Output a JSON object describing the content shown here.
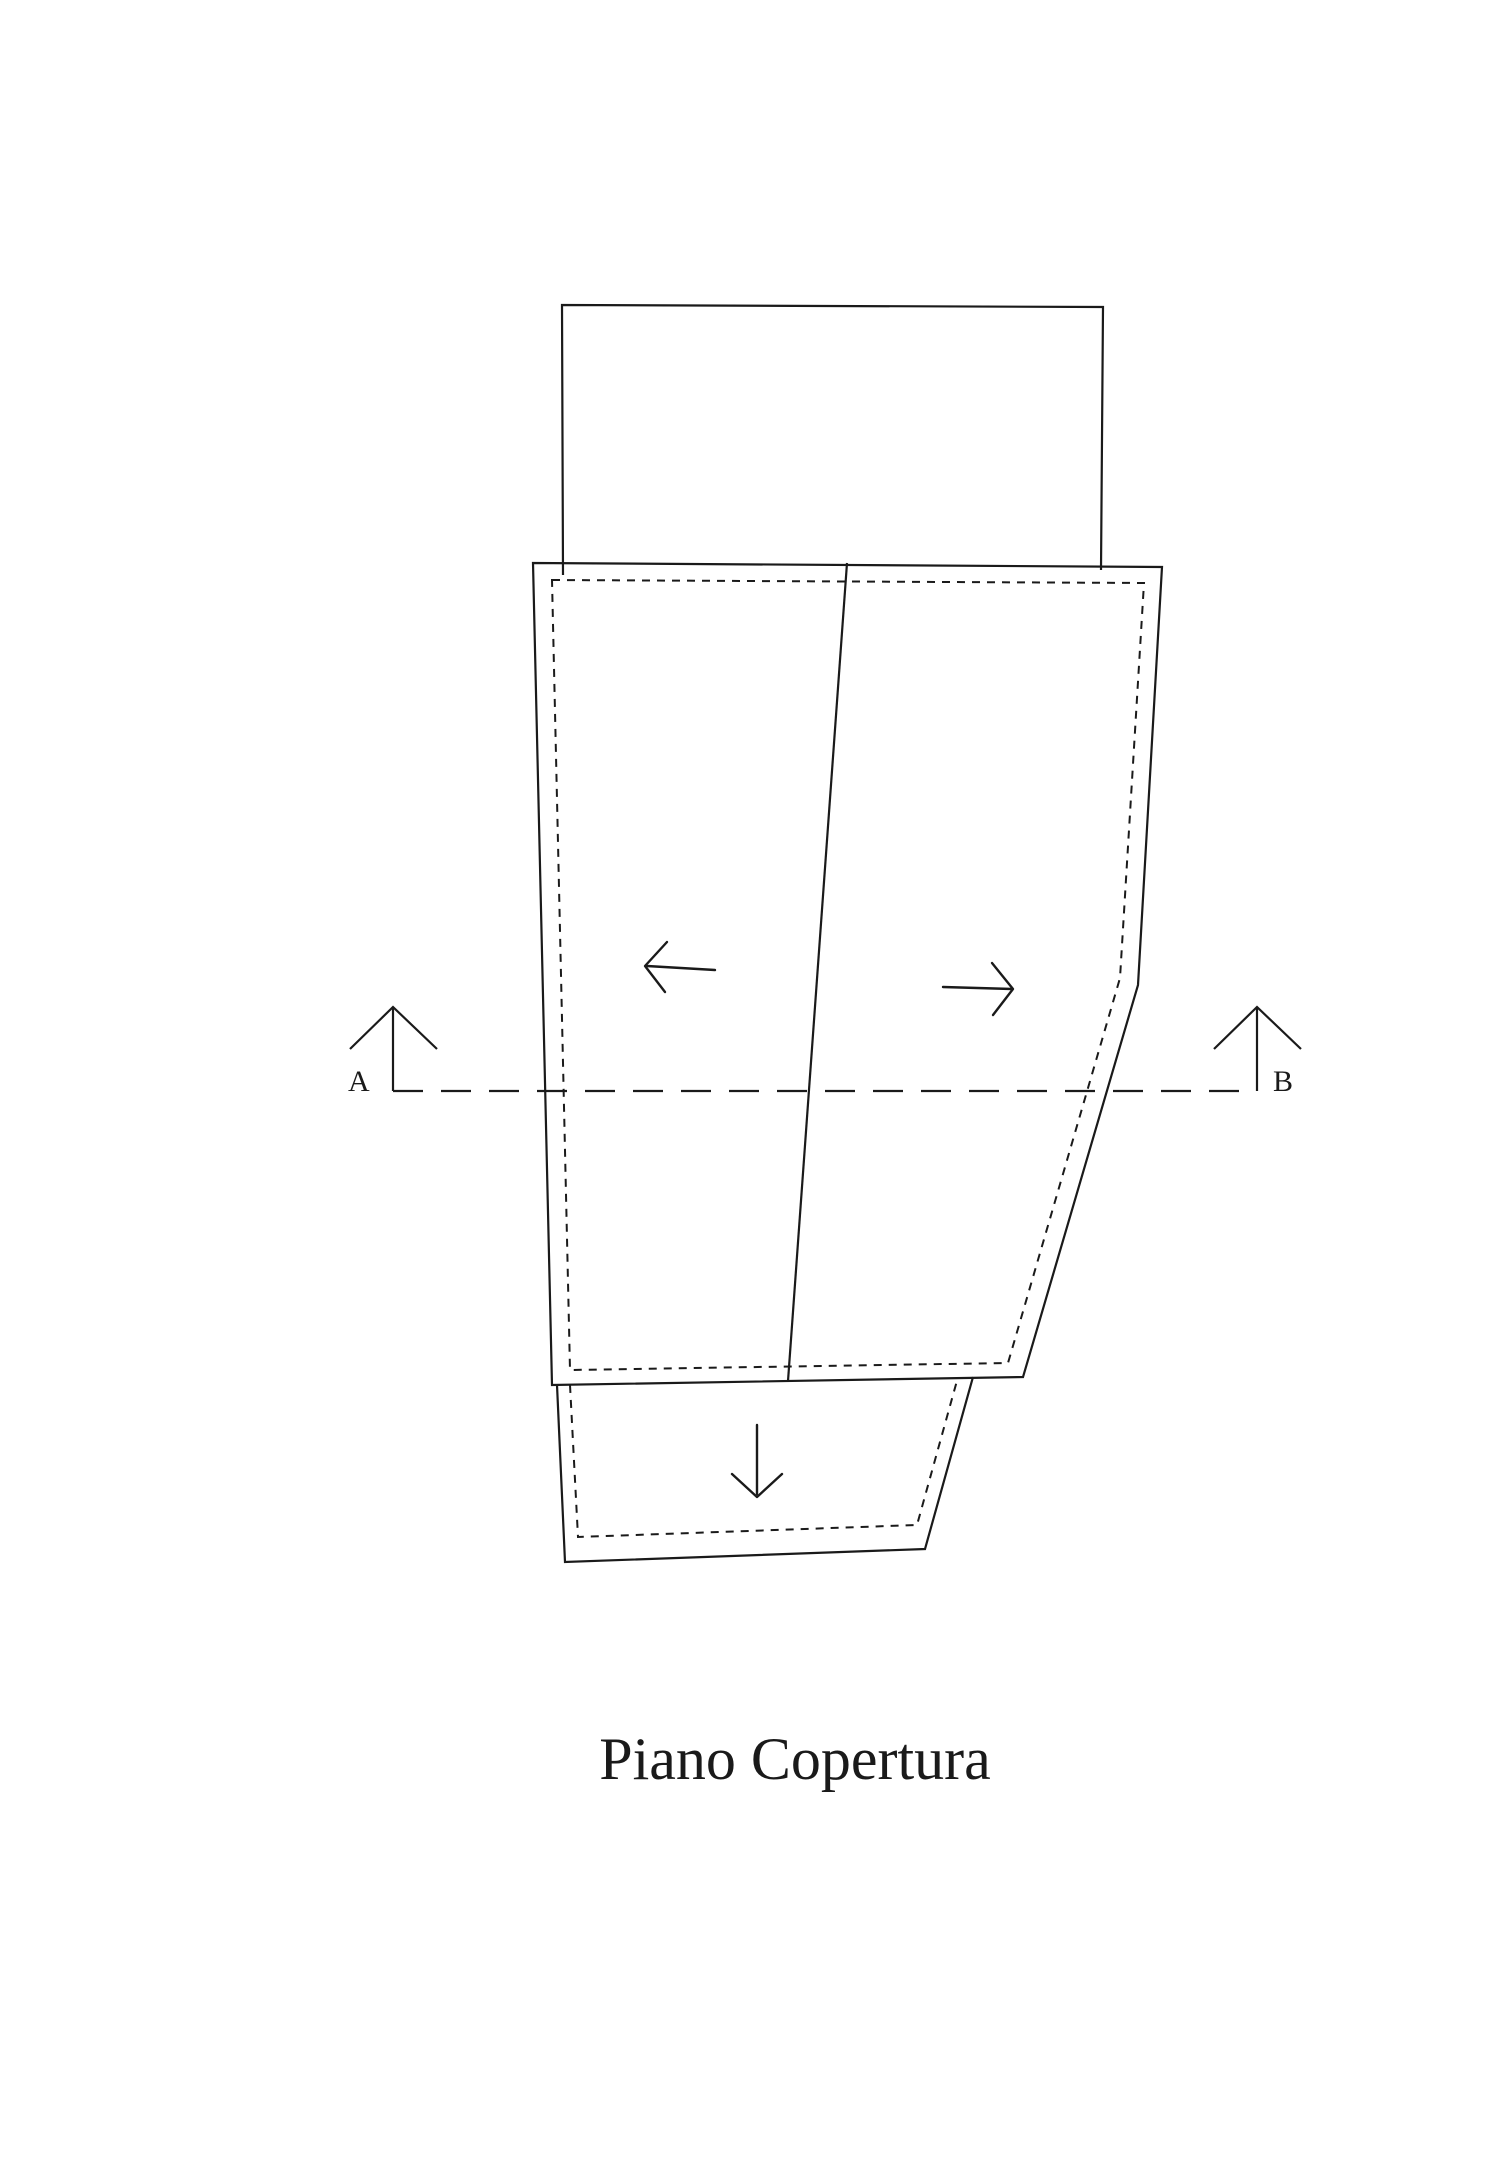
{
  "plan": {
    "title": "Piano Copertura"
  },
  "section": {
    "start_label": "A",
    "end_label": "B"
  },
  "slope_arrows": [
    "left",
    "right",
    "down"
  ]
}
